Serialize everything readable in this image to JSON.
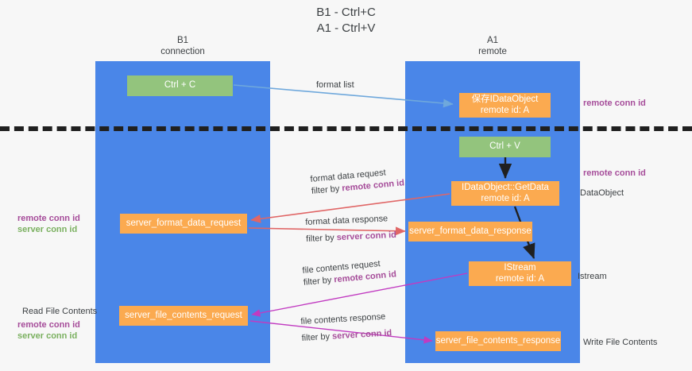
{
  "title": {
    "line1": "B1 - Ctrl+C",
    "line2": "A1 - Ctrl+V"
  },
  "lanes": [
    {
      "name": "B1",
      "sub": "connection",
      "color": "#4a86e8"
    },
    {
      "name": "A1",
      "sub": "remote",
      "color": "#4a86e8"
    }
  ],
  "boxes": {
    "ctrl_c": "Ctrl + C",
    "idataobject": {
      "line1": "保存IDataObject",
      "line2": "remote id: A"
    },
    "ctrl_v": "Ctrl + V",
    "getdata": {
      "line1": "IDataObject::GetData",
      "line2": "remote id: A"
    },
    "server_format_data_request": "server_format_data_request",
    "server_format_data_response": "server_format_data_response",
    "istream": {
      "line1": "IStream",
      "line2": "remote id: A"
    },
    "server_file_contents_request": "server_file_contents_request",
    "server_file_contents_response": "server_file_contents_response"
  },
  "edge_labels": {
    "format_list": "format list",
    "format_data_request": {
      "line1": "format data request",
      "line2_prefix": "filter by ",
      "line2_key": "remote conn id"
    },
    "format_data_response": {
      "line1": "format data response",
      "line2_prefix": "filter by ",
      "line2_key": "server conn id"
    },
    "file_contents_request": {
      "line1": "file contents request",
      "line2_prefix": "filter by ",
      "line2_key": "remote conn id"
    },
    "file_contents_response": {
      "line1": "file contents response",
      "line2_prefix": "filter by ",
      "line2_key": "server conn id"
    }
  },
  "margin_labels": {
    "right_remote_conn_id_top": "remote conn id",
    "right_remote_conn_id_mid": "remote conn id",
    "right_dataobject": "DataObject",
    "right_istream": "Istream",
    "right_write_file_contents": "Write File Contents",
    "left_remote_conn_id_mid": "remote conn id",
    "left_server_conn_id_mid": "server conn id",
    "left_read_file_contents": "Read File Contents",
    "left_remote_conn_id_bottom": "remote conn id",
    "left_server_conn_id_bottom": "server conn id"
  },
  "colors": {
    "lane": "#4a86e8",
    "green_box": "#93c47d",
    "orange_box": "#fbaa50",
    "purple_text": "#a64d9a",
    "green_text": "#7ab05f",
    "arrow_blue": "#6fa8dc",
    "arrow_red": "#e06666",
    "arrow_magenta": "#c13bc1",
    "arrow_black": "#202020",
    "divider": "#202020",
    "background": "#f7f7f7"
  }
}
